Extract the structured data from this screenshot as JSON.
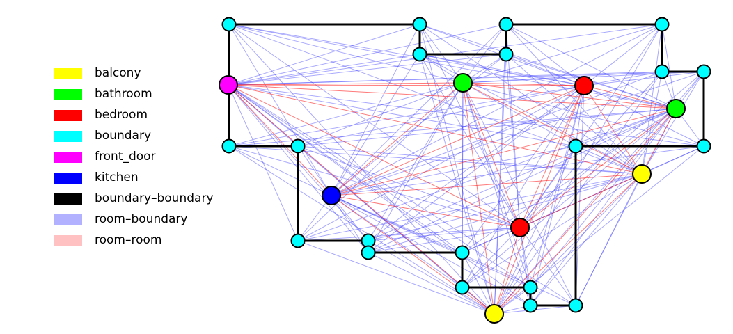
{
  "legend": {
    "items": [
      {
        "key": "balcony",
        "label": "balcony",
        "color": "#ffff00",
        "kind": "node"
      },
      {
        "key": "bathroom",
        "label": "bathroom",
        "color": "#00ff00",
        "kind": "node"
      },
      {
        "key": "bedroom",
        "label": "bedroom",
        "color": "#ff0000",
        "kind": "node"
      },
      {
        "key": "boundary",
        "label": "boundary",
        "color": "#00ffff",
        "kind": "node"
      },
      {
        "key": "front_door",
        "label": "front_door",
        "color": "#ff00ff",
        "kind": "node"
      },
      {
        "key": "kitchen",
        "label": "kitchen",
        "color": "#0000ff",
        "kind": "node"
      },
      {
        "key": "boundary-boundary",
        "label": "boundary–boundary",
        "color": "#000000",
        "kind": "edge-solid"
      },
      {
        "key": "room-boundary",
        "label": "room–boundary",
        "color": "#5555ff",
        "kind": "edge-soft"
      },
      {
        "key": "room-room",
        "label": "room–room",
        "color": "#ff7777",
        "kind": "edge-soft"
      }
    ]
  },
  "edge_colors": {
    "boundary_boundary": "#000000",
    "room_boundary": "#3333ff",
    "room_room": "#ff2222"
  }
}
